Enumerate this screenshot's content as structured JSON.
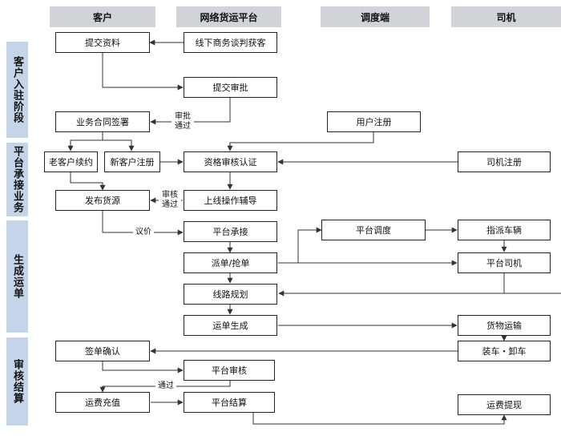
{
  "lanes": {
    "customer": "客户",
    "platform": "网络货运平台",
    "dispatch": "调度端",
    "driver": "司机"
  },
  "stages": {
    "onboarding": "客户入驻阶段",
    "undertaking": "平台承接业务",
    "waybill": "生成运单",
    "settlement": "审核结算"
  },
  "nodes": {
    "submit_docs": "提交资料",
    "offline_biz": "线下商务谈判获客",
    "submit_review": "提交审批",
    "contract_sign": "业务合同签署",
    "user_register": "用户注册",
    "old_customer_renew": "老客户续约",
    "new_customer_register": "新客户注册",
    "qualification_review": "资格审核认证",
    "driver_register": "司机注册",
    "publish_cargo": "发布货源",
    "online_assist": "上线操作辅导",
    "platform_accept": "平台承接",
    "platform_dispatch": "平台调度",
    "assign_vehicle": "指派车辆",
    "dispatch_grab": "派单/抢单",
    "platform_driver": "平台司机",
    "route_planning": "线路规划",
    "waybill_generate": "运单生成",
    "cargo_transport": "货物运输",
    "sign_confirm": "签单确认",
    "load_unload": "装车・卸车",
    "platform_audit": "平台审核",
    "freight_recharge": "运费充值",
    "platform_settlement": "平台结算",
    "freight_withdraw": "运费提现"
  },
  "edge_labels": {
    "approved_1": "审批\n通过",
    "approved_2": "审核\n通过",
    "negotiate": "议价",
    "passed": "通过"
  }
}
